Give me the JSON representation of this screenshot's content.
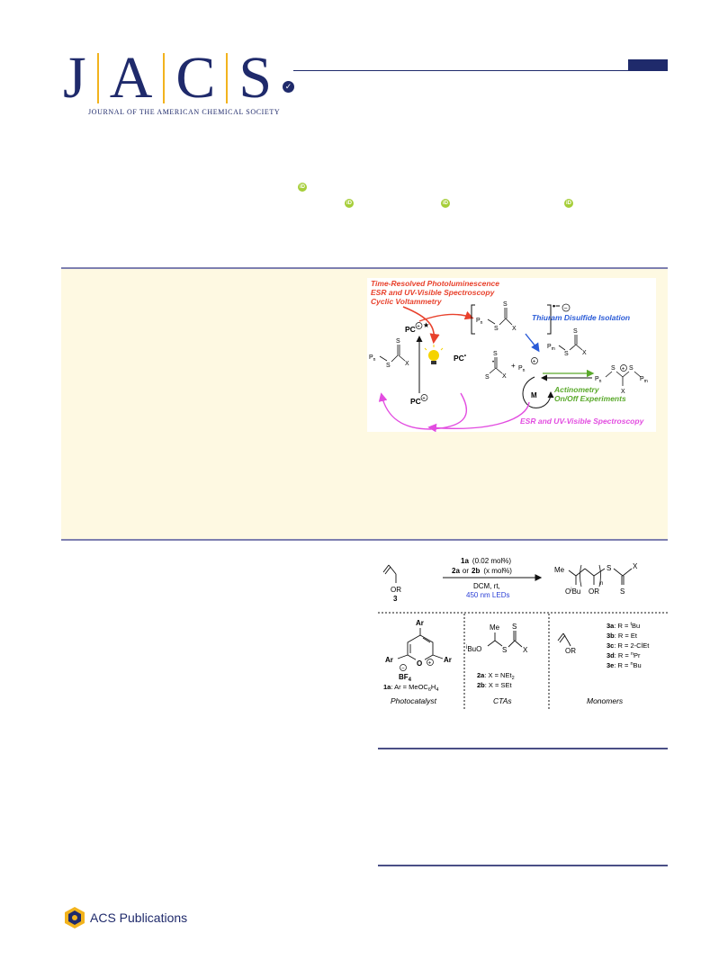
{
  "journal": {
    "letters": [
      "J",
      "A",
      "C",
      "S"
    ],
    "subtitle": "JOURNAL OF THE AMERICAN CHEMICAL SOCIETY",
    "publisher": "ACS Publications",
    "colors": {
      "navy": "#1f2a6b",
      "gold": "#f2b31d",
      "orcid": "#a6ce39",
      "abstract_bg": "#fef9e2"
    }
  },
  "orcid": {
    "label": "iD"
  },
  "toc": {
    "methods_1": "Time-Resolved Photoluminescence",
    "methods_2": "ESR and UV-Visible Spectroscopy",
    "methods_3": "Cyclic Voltammetry",
    "thiuram": "Thiuram Disulfide Isolation",
    "actinometry": "Actinometry",
    "onoff": "On/Off Experiments",
    "esr_bottom": "ESR and UV-Visible Spectroscopy",
    "pc_star": "PC",
    "pc_rad": "PC",
    "pc_plus": "PC",
    "pn": "P",
    "pm": "P",
    "sub_n": "n",
    "sub_m": "m",
    "s": "S",
    "x": "X",
    "m": "M"
  },
  "scheme": {
    "cond_1a": "1a",
    "cond_1a_amt": "(0.02 mol%)",
    "cond_2a": "2a",
    "cond_or": "or",
    "cond_2b": "2b",
    "cond_2_amt": "(x mol%)",
    "cond_solvent": "DCM, rt,",
    "cond_light": "450 nm LEDs",
    "monomer_label": "3",
    "or": "OR",
    "me": "Me",
    "obu": "O",
    "bu_sup": "i",
    "bu": "Bu",
    "n": "n",
    "s": "S",
    "x": "X",
    "ar": "Ar",
    "o": "O",
    "bf4": "BF",
    "bf4_sub": "4",
    "photocat_def_1": "1a",
    "photocat_def_2": ": Ar = MeOC",
    "photocat_def_sub1": "6",
    "photocat_def_3": "H",
    "photocat_def_sub2": "4",
    "cta_2a": "2a",
    "cta_2a_def": ": X = NEt",
    "cta_2a_sub": "2",
    "cta_2b": "2b",
    "cta_2b_def": ": X = SEt",
    "caption_photocat": "Photocatalyst",
    "caption_ctas": "CTAs",
    "caption_monomers": "Monomers",
    "mono": [
      {
        "id": "3a",
        "pre": ": R = ",
        "sup": "t",
        "rest": "Bu"
      },
      {
        "id": "3b",
        "pre": ": R = ",
        "sup": "",
        "rest": "Et"
      },
      {
        "id": "3c",
        "pre": ": R = ",
        "sup": "",
        "rest": "2-ClEt"
      },
      {
        "id": "3d",
        "pre": ": R = ",
        "sup": "n",
        "rest": "Pr"
      },
      {
        "id": "3e",
        "pre": ": R = ",
        "sup": "n",
        "rest": "Bu"
      }
    ]
  }
}
